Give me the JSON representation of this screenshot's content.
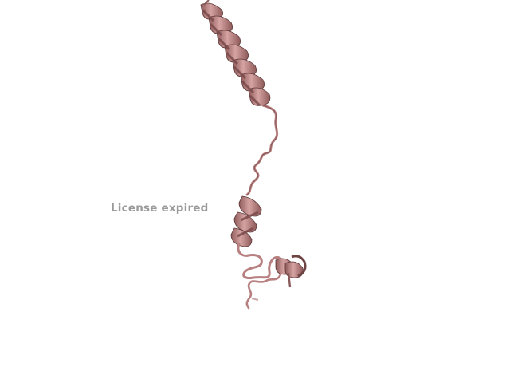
{
  "watermark": {
    "text": "License expired"
  },
  "colors": {
    "background": "#ffffff",
    "ribbon": "#c48c8c",
    "ribbon_dark": "#6e4444",
    "ribbon_light": "#e2baba",
    "watermark": "#9a9a9a"
  },
  "structure": {
    "representation": "cartoon",
    "elements": [
      "helix",
      "coil",
      "helix",
      "coil",
      "helix",
      "coil"
    ]
  }
}
